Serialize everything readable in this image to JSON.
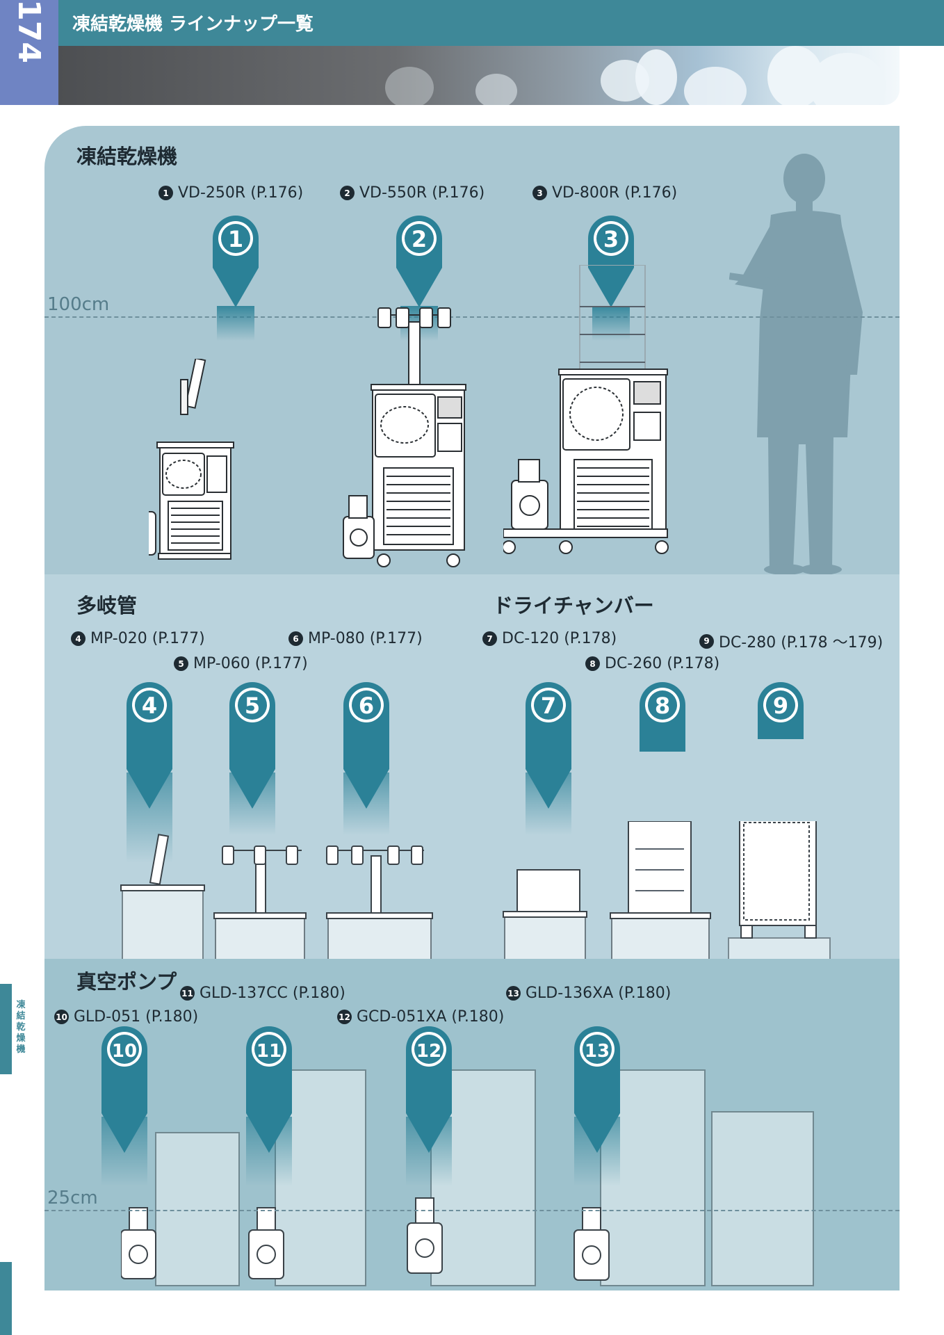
{
  "header": {
    "page_number": "174",
    "title": "凍結乾燥機 ラインナップ一覧"
  },
  "side": {
    "label": "凍結乾燥機"
  },
  "colors": {
    "header": "#3e8898",
    "page_tab": "#6f84c3",
    "marker": "#2b8197",
    "panel_top": "#a9c7d2",
    "panel_mid": "#bad3dd",
    "panel_bottom": "#9ec2cd"
  },
  "scale": {
    "h100": "100cm",
    "h25": "25cm"
  },
  "freeze_dryers": {
    "title": "凍結乾燥機",
    "items": [
      {
        "num": "1",
        "label": "VD-250R (P.176)"
      },
      {
        "num": "2",
        "label": "VD-550R (P.176)"
      },
      {
        "num": "3",
        "label": "VD-800R (P.176)"
      }
    ]
  },
  "manifolds": {
    "title": "多岐管",
    "items": [
      {
        "num": "4",
        "label": "MP-020 (P.177)"
      },
      {
        "num": "5",
        "label": "MP-060 (P.177)"
      },
      {
        "num": "6",
        "label": "MP-080 (P.177)"
      }
    ]
  },
  "dry_chambers": {
    "title": "ドライチャンバー",
    "items": [
      {
        "num": "7",
        "label": "DC-120 (P.178)"
      },
      {
        "num": "8",
        "label": "DC-260 (P.178)"
      },
      {
        "num": "9",
        "label": "DC-280 (P.178 ～179)"
      }
    ]
  },
  "vacuum_pumps": {
    "title": "真空ポンプ",
    "items": [
      {
        "num": "10",
        "label": "GLD-051 (P.180)"
      },
      {
        "num": "11",
        "label": "GLD-137CC (P.180)"
      },
      {
        "num": "12",
        "label": "GCD-051XA (P.180)"
      },
      {
        "num": "13",
        "label": "GLD-136XA (P.180)"
      }
    ]
  }
}
